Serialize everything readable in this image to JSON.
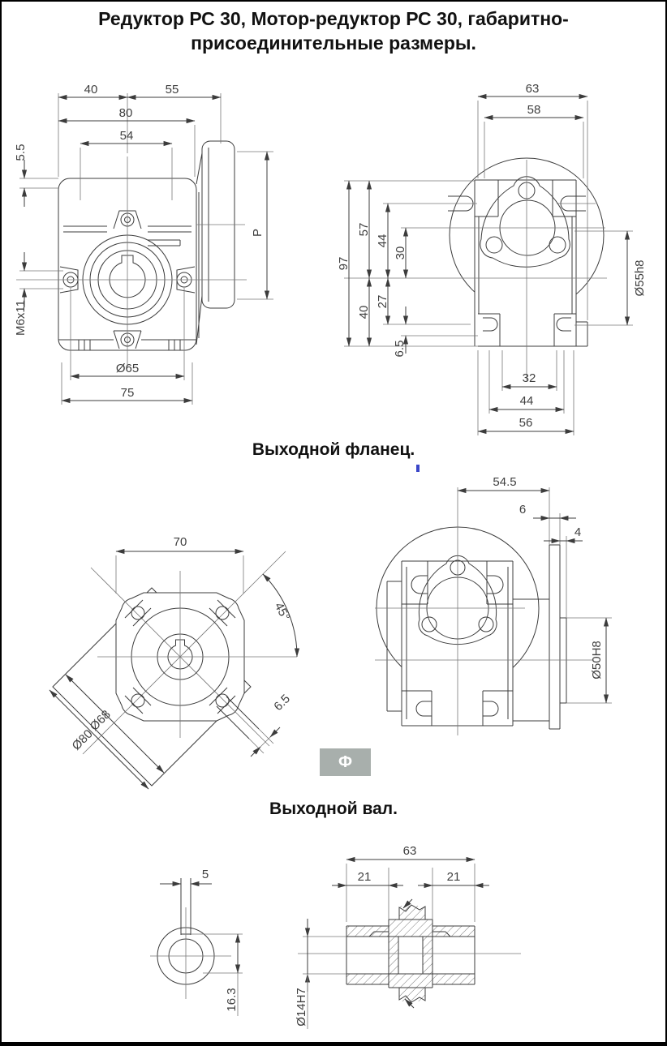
{
  "page": {
    "title_line1": "Редуктор РС 30, Мотор-редуктор РС 30, габаритно-",
    "title_line2": "присоединительные размеры.",
    "flange_section_title": "Выходной фланец.",
    "shaft_section_title": "Выходной вал."
  },
  "watermark": {
    "label": "Ф",
    "bg": "#a8afac"
  },
  "colors": {
    "line": "#3c3c3c",
    "artifact_blue": "#3a46c8"
  },
  "views": {
    "gearbox_side": {
      "d40": "40",
      "d55": "55",
      "d80": "80",
      "d54": "54",
      "d5_5": "5.5",
      "m6": "M6x11",
      "p": "P",
      "dia65": "Ø65",
      "d75": "75"
    },
    "gearbox_front": {
      "d63": "63",
      "d58": "58",
      "d97": "97",
      "d57": "57",
      "d44": "44",
      "d30": "30",
      "d40": "40",
      "d27": "27",
      "d6_5": "6.5",
      "dia55": "Ø55h8",
      "d32": "32",
      "d44b": "44",
      "d56": "56"
    },
    "flange_face": {
      "d70": "70",
      "a45": "45°",
      "dia68": "Ø68",
      "dia80": "Ø80",
      "d6_5": "6.5"
    },
    "flange_side": {
      "d54_5": "54.5",
      "d6": "6",
      "d4": "4",
      "dia50": "Ø50H8"
    },
    "shaft_end": {
      "d5": "5",
      "d16_3": "16.3"
    },
    "shaft_section": {
      "d63": "63",
      "d21a": "21",
      "d21b": "21",
      "dia14": "Ø14H7"
    }
  }
}
